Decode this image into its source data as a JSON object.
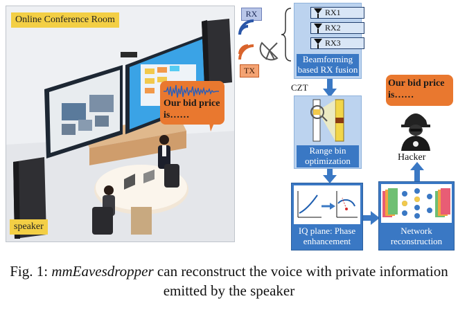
{
  "room": {
    "title": "Online Conference Room",
    "speaker_label": "speaker",
    "bubble_text": "Our bid price is……"
  },
  "radar": {
    "rx_tag": "RX",
    "tx_tag": "TX"
  },
  "pipeline": {
    "rx_items": [
      "RX1",
      "RX2",
      "RX3"
    ],
    "beamforming_label": "Beamforming based RX fusion",
    "czt_label": "CZT",
    "range_bin_label": "Range bin optimization",
    "iq_label": "IQ plane: Phase enhancement",
    "network_label": "Network reconstruction"
  },
  "hacker": {
    "bubble_text": "Our bid price is……",
    "label": "Hacker"
  },
  "caption": {
    "prefix": "Fig. 1: ",
    "name": "mmEavesdropper",
    "rest": " can reconstruct the voice with private information emitted by the speaker"
  },
  "colors": {
    "accent_blue": "#3a78c4",
    "light_blue": "#bcd3ef",
    "orange": "#e9782f",
    "yellow": "#f3cf45"
  }
}
